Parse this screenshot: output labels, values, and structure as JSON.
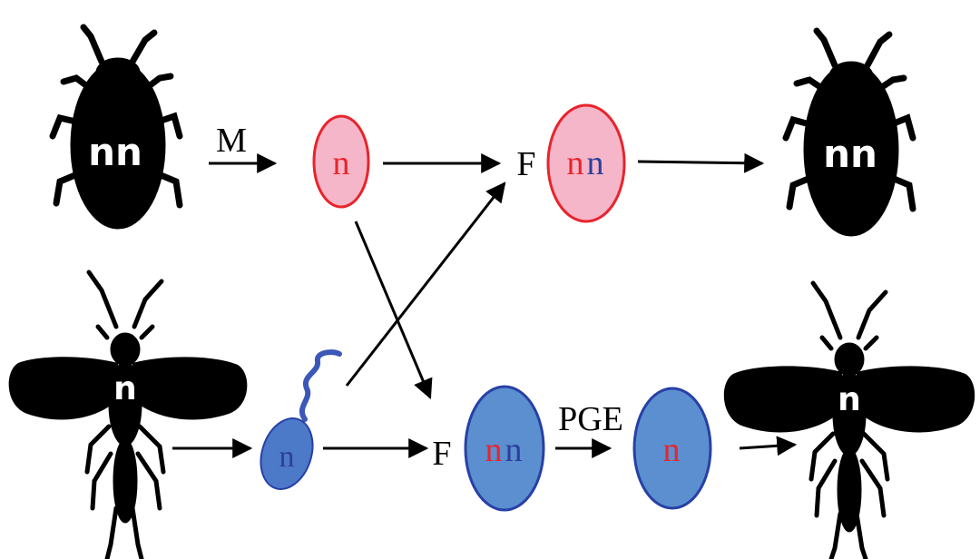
{
  "colors": {
    "insect": "#000000",
    "red_allele": "#e8242c",
    "blue_allele": "#2b3f9c",
    "egg_pink_fill": "#f4b6c8",
    "egg_pink_stroke": "#e8242c",
    "egg_blue_fill": "#5b8fcf",
    "egg_blue_stroke": "#2740a6",
    "sperm_fill": "#4c79c8",
    "arrow": "#000000"
  },
  "labels": {
    "meiosis": "M",
    "fertilization_top": "F",
    "fertilization_bottom": "F",
    "pge": "PGE"
  },
  "female_top_left": {
    "genotype": "nn"
  },
  "female_top_right": {
    "genotype": "nn"
  },
  "male_bottom_left": {
    "genotype": "n"
  },
  "male_bottom_right": {
    "genotype": "n"
  },
  "egg_maternal": {
    "allele": "n"
  },
  "sperm": {
    "allele": "n"
  },
  "zygote_female": {
    "allele_maternal": "n",
    "allele_paternal": "n"
  },
  "zygote_male": {
    "allele_maternal": "n",
    "allele_paternal": "n"
  },
  "egg_after_pge": {
    "allele": "n"
  }
}
